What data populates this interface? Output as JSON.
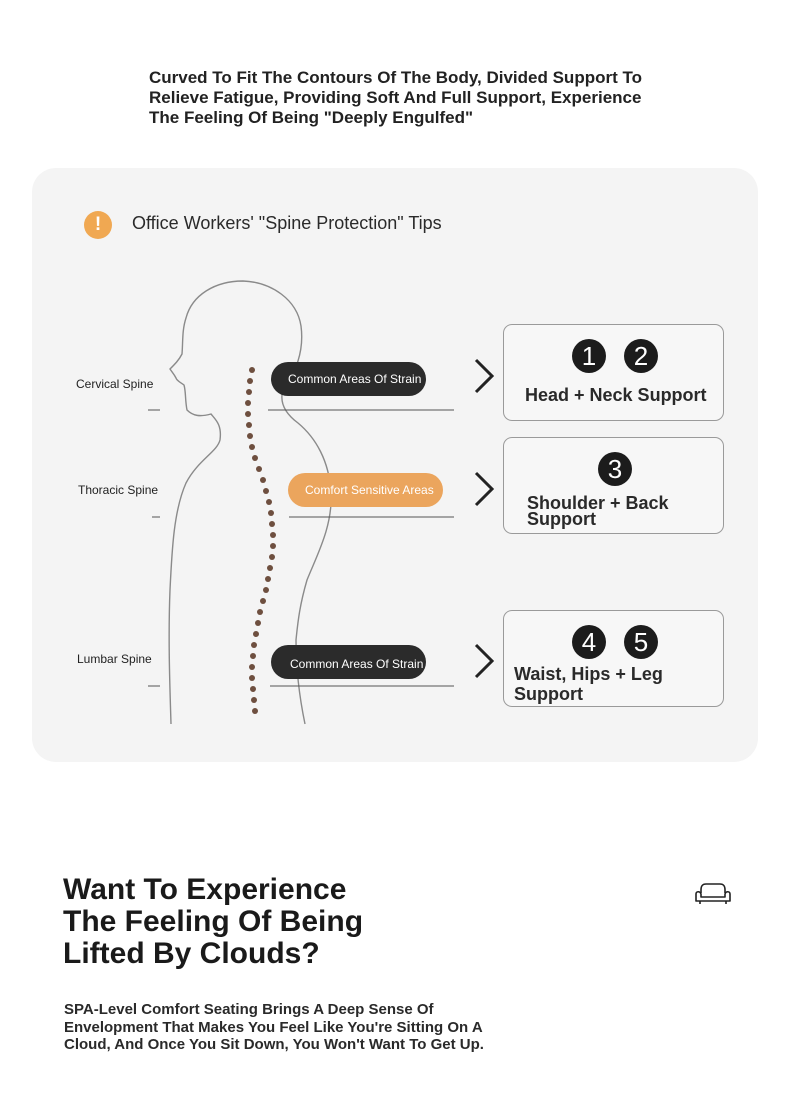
{
  "intro": {
    "lines": [
      "Curved To Fit The Contours Of The Body, Divided Support To",
      "Relieve Fatigue, Providing Soft And Full Support, Experience",
      "The Feeling Of Being \"Deeply Engulfed\""
    ]
  },
  "tips": {
    "icon_glyph": "!",
    "title": "Office Workers' \"Spine Protection\" Tips"
  },
  "spine_labels": {
    "cervical": "Cervical Spine",
    "thoracic": "Thoracic Spine",
    "lumbar": "Lumbar Spine"
  },
  "pills": {
    "strain_top": "Common Areas Of Strain",
    "comfort": "Comfort Sensitive Areas",
    "strain_bottom": "Common Areas Of Strain"
  },
  "supports": [
    {
      "numbers": [
        "1",
        "2"
      ],
      "lines": [
        "Head + Neck Support"
      ]
    },
    {
      "numbers": [
        "3"
      ],
      "lines": [
        "Shoulder + Back",
        "Support"
      ]
    },
    {
      "numbers": [
        "4",
        "5"
      ],
      "lines": [
        "Waist, Hips + Leg",
        "Support"
      ]
    }
  ],
  "hero": {
    "lines": [
      "Want To Experience",
      "The Feeling Of Being",
      "Lifted By Clouds?"
    ]
  },
  "description": {
    "lines": [
      "SPA-Level Comfort Seating Brings A Deep Sense Of",
      "Envelopment That Makes You Feel Like You're Sitting On A",
      "Cloud, And Once You Sit Down, You Won't Want To Get Up."
    ]
  },
  "colors": {
    "accent_orange": "#eba55d",
    "pill_dark": "#2b2b2b",
    "spine_dots": "#6e4f3f",
    "card_bg": "#f4f4f4"
  },
  "icons": {
    "tip": "exclamation-icon",
    "chevron": "chevron-right-icon",
    "sofa": "sofa-icon"
  }
}
